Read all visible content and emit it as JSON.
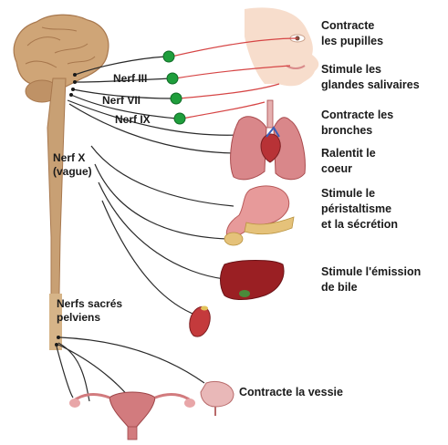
{
  "nerves": {
    "n3": "Nerf III",
    "n7": "Nerf VII",
    "n9": "Nerf IX",
    "n10": "Nerf X\n(vague)",
    "sacral": "Nerfs sacrés\npelviens"
  },
  "effects": {
    "pupils": "Contracte\nles pupilles",
    "glands": "Stimule les\nglandes salivaires",
    "bronchi": "Contracte les\nbronches",
    "heart": "Ralentit le\ncoeur",
    "stomach": "Stimule le\npéristaltisme\net la sécrétion",
    "bile": "Stimule l'émission\nde bile",
    "bladder": "Contracte la vessie"
  },
  "colors": {
    "spine": "#c8a074",
    "brain": "#cfa577",
    "ganglion": "#1f9e3c",
    "nerve_red": "#d64545",
    "nerve_dark": "#2a2a2a",
    "organ_red": "#c0393b",
    "skin": "#f6d9c6"
  }
}
